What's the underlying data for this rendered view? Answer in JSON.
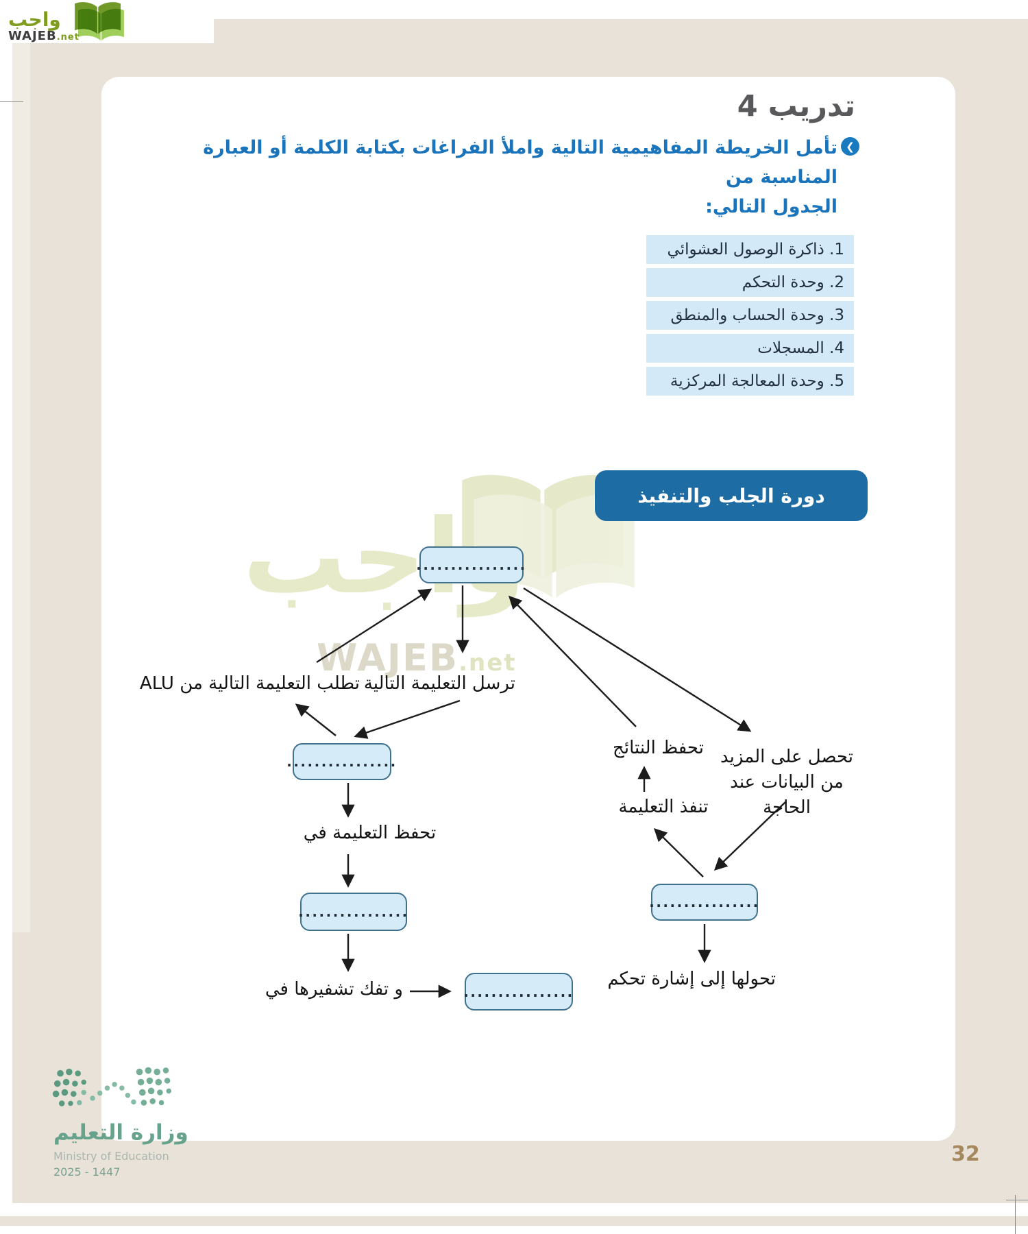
{
  "brand": {
    "logo_arabic": "واجب",
    "logo_latin": "WAJEB",
    "logo_suffix": ".net"
  },
  "header": {
    "exercise_title": "تدريب 4",
    "instruction_line1": "تأمل الخريطة المفاهيمية التالية واملأ الفراغات بكتابة الكلمة أو العبارة المناسبة من",
    "instruction_line2": "الجدول التالي:"
  },
  "word_bank": {
    "items": [
      "1. ذاكرة الوصول العشوائي",
      "2. وحدة التحكم",
      "3. وحدة الحساب والمنطق",
      "4. المسجلات",
      "5. وحدة المعالجة المركزية"
    ]
  },
  "diagram": {
    "banner_title": "دورة الجلب والتنفيذ",
    "blank_placeholder": "................",
    "labels": {
      "request_next_instruction": "تطلب التعليمة التالية من ALU",
      "send_next_instruction": "ترسل التعليمة التالية",
      "save_results": "تحفظ النتائج",
      "get_more_data_line1": "تحصل على المزيد",
      "get_more_data_line2": "من البيانات عند الحاجة",
      "execute_instruction": "تنفذ التعليمة",
      "store_instruction_in": "تحفظ التعليمة في",
      "decode_it_in": "و تفك تشفيرها في",
      "convert_to_control_signal": "تحولها إلى إشارة تحكم"
    }
  },
  "footer": {
    "ministry_name_ar": "وزارة التعليم",
    "ministry_name_en": "Ministry of Education",
    "edition": "2025 - 1447",
    "page_number": "32"
  }
}
